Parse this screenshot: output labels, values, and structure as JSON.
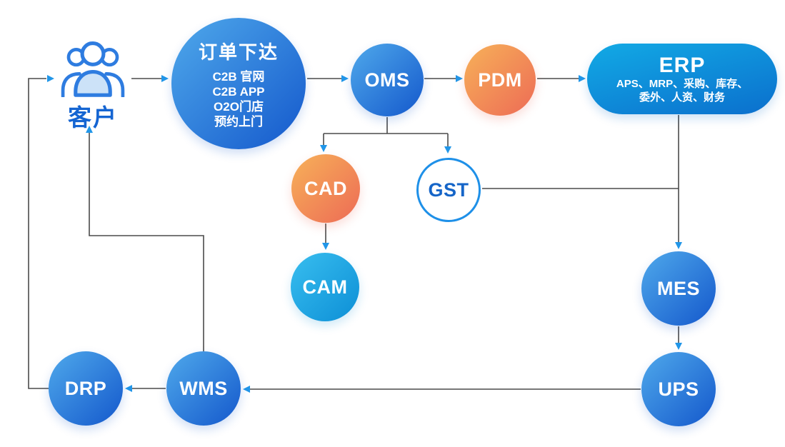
{
  "nodes": {
    "customer": {
      "label": "客户"
    },
    "order": {
      "title": "订单下达",
      "channels": [
        "C2B 官网",
        "C2B APP",
        "O2O门店",
        "预约上门"
      ]
    },
    "oms": {
      "label": "OMS"
    },
    "pdm": {
      "label": "PDM"
    },
    "erp": {
      "title": "ERP",
      "modules_line1": "APS、MRP、采购、库存、",
      "modules_line2": "委外、人资、财务"
    },
    "cad": {
      "label": "CAD"
    },
    "gst": {
      "label": "GST"
    },
    "cam": {
      "label": "CAM"
    },
    "mes": {
      "label": "MES"
    },
    "ups": {
      "label": "UPS"
    },
    "wms": {
      "label": "WMS"
    },
    "drp": {
      "label": "DRP"
    }
  },
  "icons": {
    "customer": "people-group-icon"
  },
  "colors": {
    "blue_light": "#4FA9EB",
    "blue_dark": "#1458CC",
    "cyan_light": "#38BEEF",
    "cyan_dark": "#0D8FD6",
    "erp_top": "#12AAE5",
    "erp_bottom": "#0B6FCD",
    "orange_light": "#F7B158",
    "orange_dark": "#ED6B56",
    "gst_border": "#1E90E8",
    "gst_text": "#1565C8",
    "label_text": "#1565D2",
    "node_text": "#FFFFFF",
    "icon_stroke": "#2E7CE0",
    "icon_fill": "#CCE2F8",
    "line": "#4A4A4A",
    "arrow": "#2196E8"
  }
}
